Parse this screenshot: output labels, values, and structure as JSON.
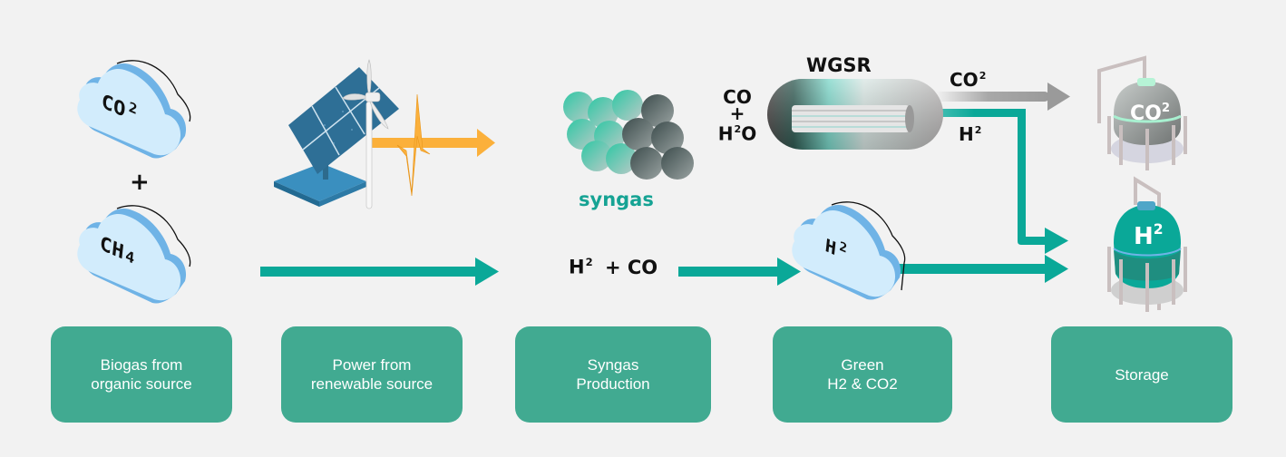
{
  "colors": {
    "background": "#f2f2f2",
    "stage_box": "#41aa91",
    "flow_arrow": "#0aa898",
    "power_arrow": "#fbb03b",
    "co2_arrow": "#9a9a9a",
    "cloud_light": "#d2ecfc",
    "cloud_dark": "#6fb3e6",
    "h2_tank": "#0aa898",
    "co2_tank": "#9fa5a3"
  },
  "sources": {
    "cloud_co2": {
      "base": "CO",
      "sup": "2"
    },
    "plus": "+",
    "cloud_ch4": {
      "base": "CH",
      "sub": "4"
    }
  },
  "power": {
    "icons": [
      "solar-panel",
      "wind-turbine",
      "power-pulse"
    ]
  },
  "syngas": {
    "label": "syngas",
    "formula": {
      "h": "H",
      "h_sup": "2",
      "rest": "+ CO"
    }
  },
  "wgsr": {
    "title": "WGSR",
    "input": {
      "line1": "CO",
      "plus": "+",
      "h": "H",
      "h_sup": "2",
      "o": "O"
    },
    "output_co2": {
      "base": "CO",
      "sup": "2"
    },
    "output_h2": {
      "base": "H",
      "sup": "2"
    }
  },
  "green_cloud": {
    "base": "H",
    "sup": "2"
  },
  "storage": {
    "co2_tank": {
      "base": "CO",
      "sup": "2"
    },
    "h2_tank": {
      "base": "H",
      "sup": "2"
    }
  },
  "stages": [
    {
      "line1": "Biogas from",
      "line2": "organic source"
    },
    {
      "line1": "Power from",
      "line2": "renewable source"
    },
    {
      "line1": "Syngas",
      "line2": "Production"
    },
    {
      "line1": "Green",
      "line2": "H2 & CO2"
    },
    {
      "line1": "Storage",
      "line2": ""
    }
  ]
}
